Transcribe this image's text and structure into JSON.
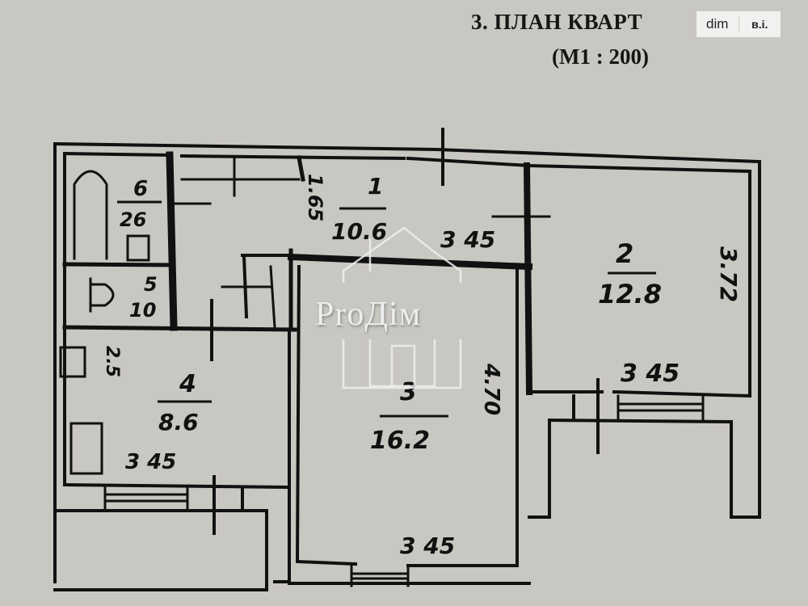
{
  "header": {
    "title": "3. ПЛАН КВАРТ",
    "scale": "(М1 : 200)",
    "stamp_left": "dim",
    "stamp_right": "в.і."
  },
  "watermark": {
    "text": "ProДім"
  },
  "rooms": [
    {
      "number": "1",
      "area": "10.6",
      "dims": [
        "3.45",
        "1.65"
      ]
    },
    {
      "number": "2",
      "area": "12.8",
      "dims": [
        "3.45",
        "3.72"
      ]
    },
    {
      "number": "3",
      "area": "16.2",
      "dims": [
        "3.45",
        "4.70"
      ]
    },
    {
      "number": "4",
      "area": "8.6",
      "dims": [
        "3.45",
        "2.5"
      ]
    },
    {
      "number": "5",
      "area": "1.0"
    },
    {
      "number": "6",
      "area": "2.6"
    }
  ],
  "labels": {
    "r1_num": "1",
    "r1_area": "10.6",
    "r1_w": "3 45",
    "r1_h": "1.65",
    "r2_num": "2",
    "r2_area": "12.8",
    "r2_w": "3 45",
    "r2_h": "3.72",
    "r3_num": "3",
    "r3_area": "16.2",
    "r3_w": "3 45",
    "r3_h": "4.70",
    "r4_num": "4",
    "r4_area": "8.6",
    "r4_w": "3 45",
    "r4_h": "2.5",
    "r5_num": "5",
    "r5_area": "10",
    "r6_num": "6",
    "r6_area": "26"
  },
  "colors": {
    "background": "#c9c7c1",
    "ink": "#111111"
  }
}
